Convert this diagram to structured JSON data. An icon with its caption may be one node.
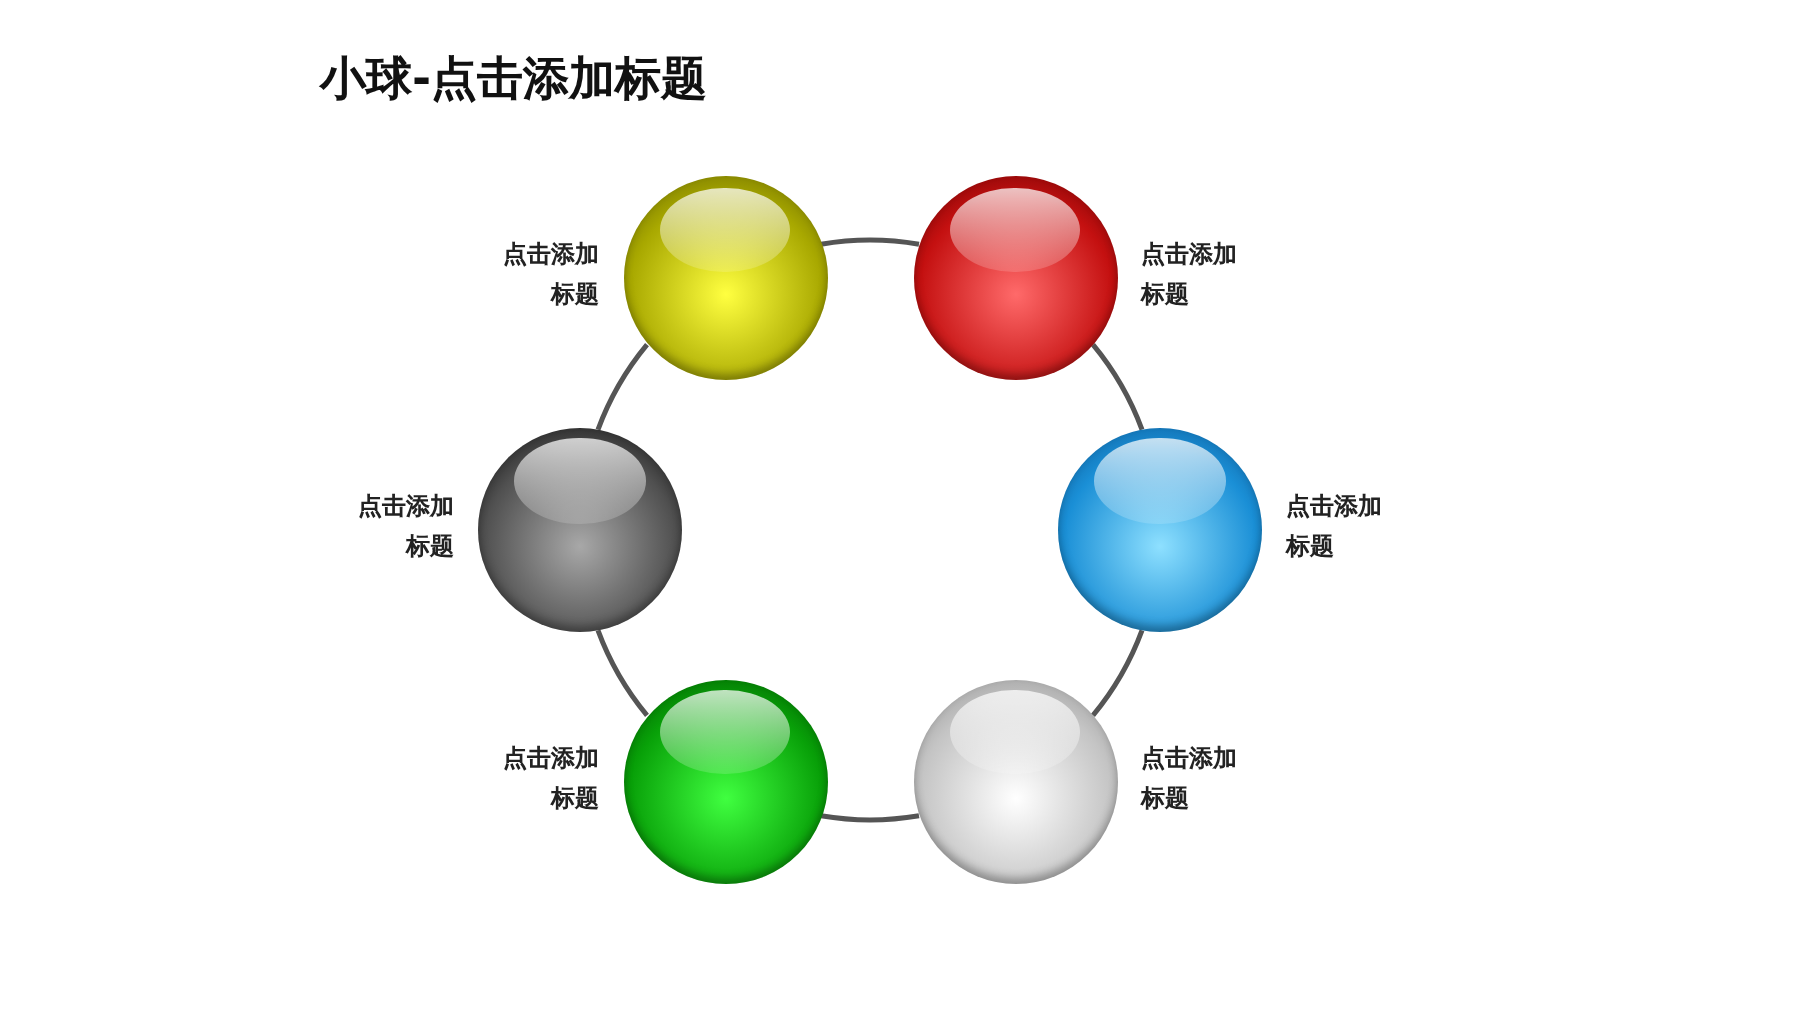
{
  "diagram": {
    "title": "小球-点击添加标题",
    "nodes": [
      {
        "text": [],
        "shape": "circle",
        "beside": [
          "点击添加标题"
        ]
      },
      {
        "text": [],
        "shape": "circle",
        "beside": [
          "点击添加标题"
        ]
      },
      {
        "text": [],
        "shape": "circle",
        "beside": [
          "点击添加标题"
        ]
      },
      {
        "text": [],
        "shape": "circle",
        "beside": [
          "点击添加标题"
        ]
      },
      {
        "text": [],
        "shape": "circle",
        "beside": [
          "点击添加标题"
        ]
      },
      {
        "text": [],
        "shape": "circle",
        "beside": [
          "点击添加标题"
        ]
      }
    ],
    "edges": [
      {
        "from": 0,
        "to": 1,
        "arrow": "none"
      },
      {
        "from": 1,
        "to": 3,
        "arrow": "none"
      },
      {
        "from": 3,
        "to": 5,
        "arrow": "none"
      },
      {
        "from": 5,
        "to": 4,
        "arrow": "none"
      },
      {
        "from": 4,
        "to": 2,
        "arrow": "none"
      },
      {
        "from": 2,
        "to": 0,
        "arrow": "none"
      }
    ]
  }
}
